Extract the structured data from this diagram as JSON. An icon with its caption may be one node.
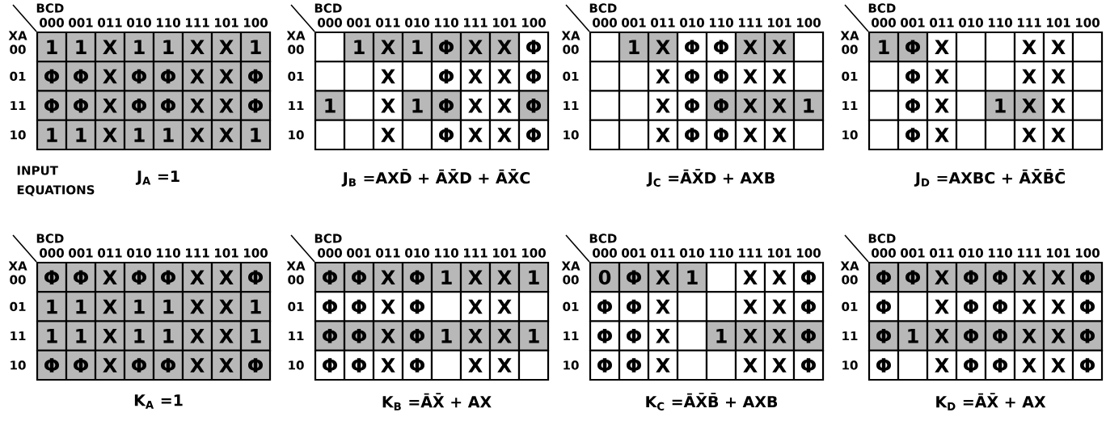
{
  "diagram": {
    "labels": [
      "BCD",
      "000",
      "001",
      "011",
      "010",
      "110",
      "111",
      "101",
      "100",
      "XA",
      "00",
      "1",
      "1",
      "X",
      "1",
      "1",
      "X",
      "X",
      "1",
      "01",
      "Φ",
      "Φ",
      "X",
      "Φ",
      "Φ",
      "X",
      "X",
      "Φ",
      "11",
      "Φ",
      "Φ",
      "X",
      "Φ",
      "Φ",
      "X",
      "X",
      "Φ",
      "10",
      "1",
      "1",
      "X",
      "1",
      "1",
      "X",
      "X",
      "1",
      "INPUT EQUATIONS",
      "J$_{A}$ =1",
      "BCD",
      "000",
      "001",
      "011",
      "010",
      "110",
      "111",
      "101",
      "100",
      "XA",
      "00",
      "1",
      "X",
      "1",
      "Φ",
      "X",
      "X",
      "Φ",
      "01",
      "X",
      "Φ",
      "X",
      "X",
      "Φ",
      "11",
      "1",
      "X",
      "1",
      "Φ",
      "X",
      "X",
      "Φ",
      "10",
      "X",
      "Φ",
      "X",
      "X",
      "Φ",
      "J$_{B}$ =AXD̄ + ĀX̄D + ĀX̄C",
      "BCD",
      "000",
      "001",
      "011",
      "010",
      "110",
      "111",
      "101",
      "100",
      "XA",
      "00",
      "1",
      "X",
      "Φ",
      "Φ",
      "X",
      "X",
      "01",
      "X",
      "Φ",
      "Φ",
      "X",
      "X",
      "11",
      "X",
      "Φ",
      "Φ",
      "X",
      "X",
      "1",
      "10",
      "X",
      "Φ",
      "Φ",
      "X",
      "X",
      "J$_{C}$ =ĀX̄D + AXB",
      "BCD",
      "000",
      "001",
      "011",
      "010",
      "110",
      "111",
      "101",
      "100",
      "XA",
      "00",
      "1",
      "Φ",
      "X",
      "X",
      "X",
      "01",
      "Φ",
      "X",
      "X",
      "X",
      "11",
      "Φ",
      "X",
      "1",
      "X",
      "X",
      "10",
      "Φ",
      "X",
      "X",
      "X",
      "J$_{D}$ =AXBC + ĀX̄B̄C̄",
      "BCD",
      "000",
      "001",
      "011",
      "010",
      "110",
      "111",
      "101",
      "100",
      "XA",
      "00",
      "Φ",
      "Φ",
      "X",
      "Φ",
      "Φ",
      "X",
      "X",
      "Φ",
      "01",
      "1",
      "1",
      "X",
      "1",
      "1",
      "X",
      "X",
      "1",
      "11",
      "1",
      "1",
      "X",
      "1",
      "1",
      "X",
      "X",
      "1",
      "10",
      "Φ",
      "Φ",
      "X",
      "Φ",
      "Φ",
      "X",
      "X",
      "Φ",
      "K$_{A}$ =1",
      "BCD",
      "000",
      "001",
      "011",
      "010",
      "110",
      "111",
      "101",
      "100",
      "XA",
      "00",
      "Φ",
      "Φ",
      "X",
      "Φ",
      "1",
      "X",
      "X",
      "1",
      "01",
      "Φ",
      "Φ",
      "X",
      "Φ",
      "X",
      "X",
      "11",
      "Φ",
      "Φ",
      "X",
      "Φ",
      "1",
      "X",
      "X",
      "1",
      "10",
      "Φ",
      "Φ",
      "X",
      "Φ",
      "X",
      "X",
      "K$_{B}$ =ĀX̄ + AX",
      "BCD",
      "000",
      "001",
      "011",
      "010",
      "110",
      "111",
      "101",
      "100",
      "XA",
      "00",
      "0",
      "Φ",
      "X",
      "1",
      "X",
      "X",
      "Φ",
      "01",
      "Φ",
      "Φ",
      "X",
      "X",
      "X",
      "Φ",
      "11",
      "Φ",
      "Φ",
      "X",
      "1",
      "X",
      "X",
      "Φ",
      "10",
      "Φ",
      "Φ",
      "X",
      "X",
      "X",
      "Φ",
      "K$_{C}$ =ĀX̄B̄ + AXB",
      "BCD",
      "000",
      "001",
      "011",
      "010",
      "110",
      "111",
      "101",
      "100",
      "XA",
      "00",
      "Φ",
      "Φ",
      "X",
      "Φ",
      "Φ",
      "X",
      "X",
      "Φ",
      "01",
      "Φ",
      "X",
      "Φ",
      "Φ",
      "X",
      "X",
      "Φ",
      "11",
      "Φ",
      "1",
      "X",
      "Φ",
      "Φ",
      "X",
      "X",
      "Φ",
      "10",
      "Φ",
      "X",
      "Φ",
      "Φ",
      "X",
      "X",
      "Φ",
      "K$_{D}$ =ĀX̄ + AX"
    ]
  }
}
